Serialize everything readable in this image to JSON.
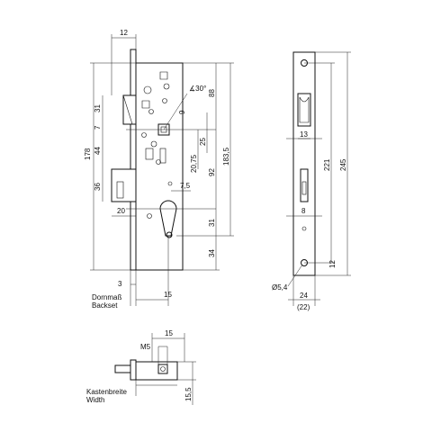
{
  "labels": {
    "backset_de": "Dornmaß",
    "backset_en": "Backset",
    "width_de": "Kastenbreite",
    "width_en": "Width"
  },
  "dims": {
    "d12_top": "12",
    "d31_left": "31",
    "d7": "7",
    "d178": "178",
    "d44": "44",
    "d36": "36",
    "d20": "20",
    "d3": "3",
    "d15": "15",
    "d30deg": "∡30°",
    "d9": "9",
    "d88": "88",
    "d25": "25",
    "d183_5": "183,5",
    "d20_75": "20,75",
    "d92": "92",
    "d7_5": "7,5",
    "d31_right": "31",
    "d34": "34",
    "d13": "13",
    "d221": "221",
    "d245": "245",
    "d8": "8",
    "d12_right": "12",
    "phi5_4": "Ø5,4",
    "d24": "24",
    "d22": "(22)",
    "d15_bottom": "15",
    "m5": "M5",
    "d15_5": "15,5"
  }
}
